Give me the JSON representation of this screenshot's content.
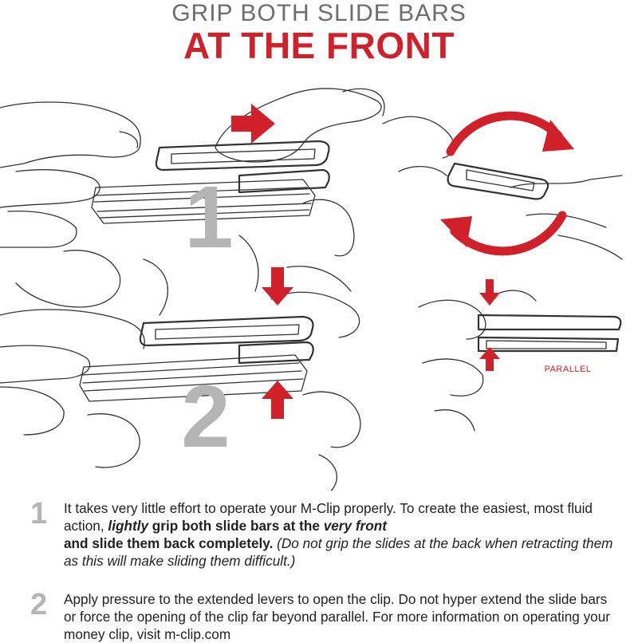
{
  "heading": {
    "line1": "GRIP BOTH SLIDE BARS",
    "line2": "AT THE FRONT"
  },
  "illustration": {
    "big_numbers": [
      "1",
      "2"
    ],
    "parallel_label": "PARALLEL",
    "accent_color": "#d0202a",
    "number_color": "#b5b5b5"
  },
  "steps": [
    {
      "number": "1",
      "t1": "It takes very little effort to operate your M-Clip properly. To create the easiest, most fluid action, ",
      "t2": "lightly",
      "t3": " grip both slide bars at the ",
      "t4": "very front",
      "t5": "and slide them back completely.",
      "t6": " (Do not grip the slides at the back when retracting them as this will make sliding them difficult.)"
    },
    {
      "number": "2",
      "text": "Apply pressure to the extended levers to open the clip. Do not hyper extend the slide bars or force the opening of the clip far beyond parallel. For more information on operating your money clip, visit m-clip.com"
    }
  ]
}
